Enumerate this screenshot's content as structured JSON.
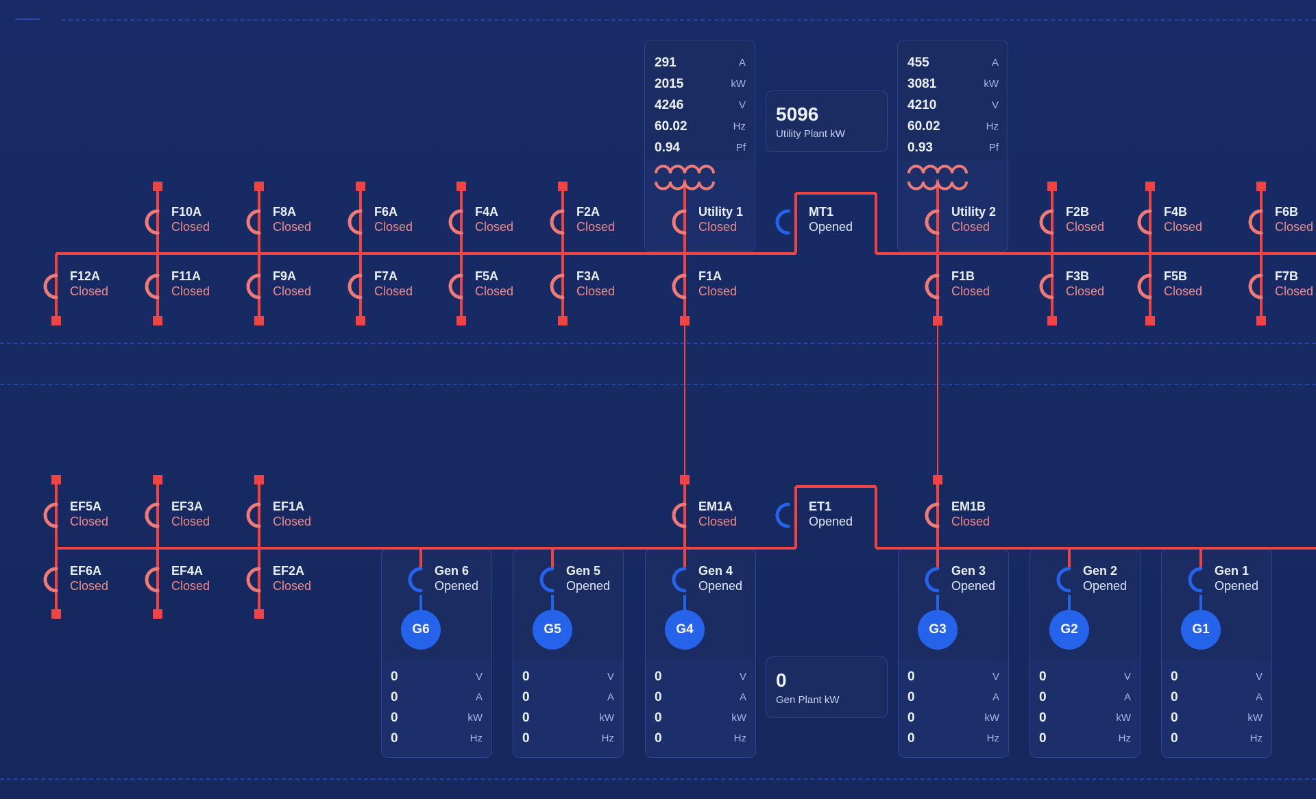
{
  "colors": {
    "energized": "#ef4444",
    "breaker_closed": "#f07a76",
    "breaker_open": "#2563eb",
    "background": "#172a62"
  },
  "utility_meters": [
    {
      "id": "utility-1",
      "rows": [
        {
          "value": "291",
          "unit": "A"
        },
        {
          "value": "2015",
          "unit": "kW"
        },
        {
          "value": "4246",
          "unit": "V"
        },
        {
          "value": "60.02",
          "unit": "Hz"
        },
        {
          "value": "0.94",
          "unit": "Pf"
        }
      ]
    },
    {
      "id": "utility-2",
      "rows": [
        {
          "value": "455",
          "unit": "A"
        },
        {
          "value": "3081",
          "unit": "kW"
        },
        {
          "value": "4210",
          "unit": "V"
        },
        {
          "value": "60.02",
          "unit": "Hz"
        },
        {
          "value": "0.93",
          "unit": "Pf"
        }
      ]
    }
  ],
  "utility_plant": {
    "value": "5096",
    "label": "Utility Plant kW"
  },
  "gen_plant": {
    "value": "0",
    "label": "Gen Plant kW"
  },
  "breakers": [
    {
      "name": "F10A",
      "status": "Closed"
    },
    {
      "name": "F8A",
      "status": "Closed"
    },
    {
      "name": "F6A",
      "status": "Closed"
    },
    {
      "name": "F4A",
      "status": "Closed"
    },
    {
      "name": "F2A",
      "status": "Closed"
    },
    {
      "name": "Utility 1",
      "status": "Closed"
    },
    {
      "name": "MT1",
      "status": "Opened"
    },
    {
      "name": "Utility 2",
      "status": "Closed"
    },
    {
      "name": "F2B",
      "status": "Closed"
    },
    {
      "name": "F4B",
      "status": "Closed"
    },
    {
      "name": "F6B",
      "status": "Closed"
    },
    {
      "name": "F12A",
      "status": "Closed"
    },
    {
      "name": "F11A",
      "status": "Closed"
    },
    {
      "name": "F9A",
      "status": "Closed"
    },
    {
      "name": "F7A",
      "status": "Closed"
    },
    {
      "name": "F5A",
      "status": "Closed"
    },
    {
      "name": "F3A",
      "status": "Closed"
    },
    {
      "name": "F1A",
      "status": "Closed"
    },
    {
      "name": "F1B",
      "status": "Closed"
    },
    {
      "name": "F3B",
      "status": "Closed"
    },
    {
      "name": "F5B",
      "status": "Closed"
    },
    {
      "name": "F7B",
      "status": "Closed"
    },
    {
      "name": "EF5A",
      "status": "Closed"
    },
    {
      "name": "EF3A",
      "status": "Closed"
    },
    {
      "name": "EF1A",
      "status": "Closed"
    },
    {
      "name": "EM1A",
      "status": "Closed"
    },
    {
      "name": "ET1",
      "status": "Opened"
    },
    {
      "name": "EM1B",
      "status": "Closed"
    },
    {
      "name": "EF6A",
      "status": "Closed"
    },
    {
      "name": "EF4A",
      "status": "Closed"
    },
    {
      "name": "EF2A",
      "status": "Closed"
    },
    {
      "name": "Gen 6",
      "status": "Opened"
    },
    {
      "name": "Gen 5",
      "status": "Opened"
    },
    {
      "name": "Gen 4",
      "status": "Opened"
    },
    {
      "name": "Gen 3",
      "status": "Opened"
    },
    {
      "name": "Gen 2",
      "status": "Opened"
    },
    {
      "name": "Gen 1",
      "status": "Opened"
    }
  ],
  "generators": [
    {
      "label": "G6",
      "rows": [
        {
          "value": "0",
          "unit": "V"
        },
        {
          "value": "0",
          "unit": "A"
        },
        {
          "value": "0",
          "unit": "kW"
        },
        {
          "value": "0",
          "unit": "Hz"
        }
      ]
    },
    {
      "label": "G5",
      "rows": [
        {
          "value": "0",
          "unit": "V"
        },
        {
          "value": "0",
          "unit": "A"
        },
        {
          "value": "0",
          "unit": "kW"
        },
        {
          "value": "0",
          "unit": "Hz"
        }
      ]
    },
    {
      "label": "G4",
      "rows": [
        {
          "value": "0",
          "unit": "V"
        },
        {
          "value": "0",
          "unit": "A"
        },
        {
          "value": "0",
          "unit": "kW"
        },
        {
          "value": "0",
          "unit": "Hz"
        }
      ]
    },
    {
      "label": "G3",
      "rows": [
        {
          "value": "0",
          "unit": "V"
        },
        {
          "value": "0",
          "unit": "A"
        },
        {
          "value": "0",
          "unit": "kW"
        },
        {
          "value": "0",
          "unit": "Hz"
        }
      ]
    },
    {
      "label": "G2",
      "rows": [
        {
          "value": "0",
          "unit": "V"
        },
        {
          "value": "0",
          "unit": "A"
        },
        {
          "value": "0",
          "unit": "kW"
        },
        {
          "value": "0",
          "unit": "Hz"
        }
      ]
    },
    {
      "label": "G1",
      "rows": [
        {
          "value": "0",
          "unit": "V"
        },
        {
          "value": "0",
          "unit": "A"
        },
        {
          "value": "0",
          "unit": "kW"
        },
        {
          "value": "0",
          "unit": "Hz"
        }
      ]
    }
  ]
}
